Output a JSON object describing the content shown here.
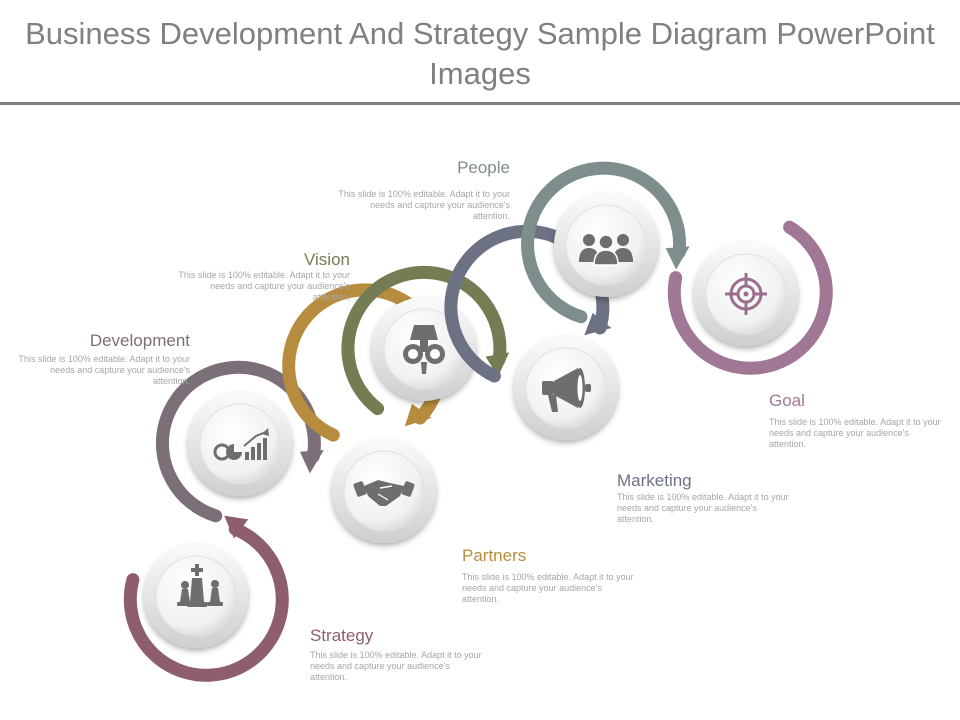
{
  "title": "Business Development And Strategy Sample Diagram PowerPoint Images",
  "description": "This slide is 100% editable. Adapt it to your needs and capture your audience's attention.",
  "steps": [
    {
      "label": "Strategy",
      "color": "#8f5e6c",
      "icon": "chess-icon"
    },
    {
      "label": "Development",
      "color": "#7b6f78",
      "icon": "growth-chart-icon"
    },
    {
      "label": "Partners",
      "color": "#b88c3e",
      "icon": "handshake-icon"
    },
    {
      "label": "Vision",
      "color": "#737c52",
      "icon": "binoculars-icon"
    },
    {
      "label": "Marketing",
      "color": "#6c7184",
      "icon": "megaphone-icon"
    },
    {
      "label": "People",
      "color": "#7d8e8c",
      "icon": "team-icon"
    },
    {
      "label": "Goal",
      "color": "#a07895",
      "icon": "target-icon"
    }
  ]
}
